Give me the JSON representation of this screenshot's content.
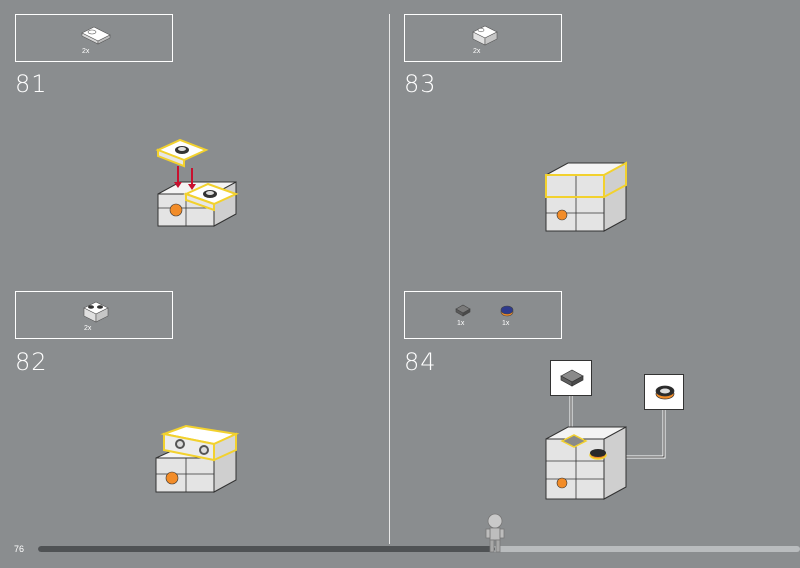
{
  "page": {
    "number": "76",
    "progress": 0.6
  },
  "steps": [
    {
      "number": "81",
      "parts": [
        {
          "icon": "white-plate-1x2-with-stud-icon",
          "qty": "2x"
        }
      ]
    },
    {
      "number": "82",
      "parts": [
        {
          "icon": "white-brick-1x2-with-studs-icon",
          "qty": "2x"
        }
      ]
    },
    {
      "number": "83",
      "parts": [
        {
          "icon": "white-brick-1x2-with-stud-icon",
          "qty": "2x"
        }
      ]
    },
    {
      "number": "84",
      "parts": [
        {
          "icon": "dark-gray-tile-icon",
          "qty": "1x"
        },
        {
          "icon": "orange-round-tile-icon",
          "qty": "1x"
        }
      ]
    }
  ],
  "colors": {
    "background": "#8a8d8f",
    "highlight": "#f2d12e",
    "arrow": "#c8102e",
    "orange": "#f28c28"
  }
}
